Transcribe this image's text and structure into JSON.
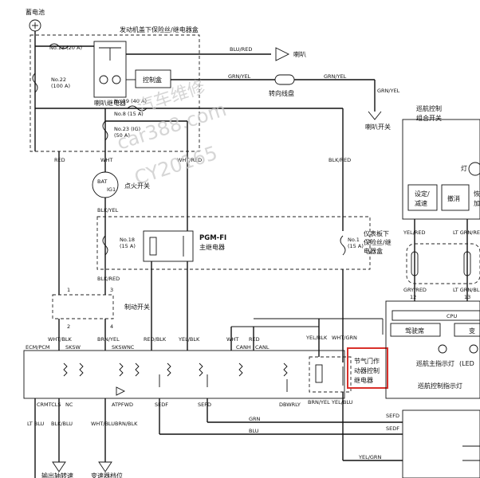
{
  "labels": {
    "battery": "蓄电池",
    "fusebox_title": "发动机盖下保险丝/继电器盒",
    "fuse_no13": "No.13 (20 A)",
    "fuse_no22a": "No.22",
    "fuse_no22b": "(100 A)",
    "fuse_no19": "No.19 (40 A)",
    "fuse_no8": "No.8 (15 A)",
    "fuse_no23a": "No.23 (IG)",
    "fuse_no23b": "(50 A)",
    "control_box": "控制盒",
    "horn_relay": "喇叭继电器",
    "horn": "喇叭",
    "turn_coil": "转向线盘",
    "horn_switch": "喇叭开关",
    "cruise_switch_a": "巡航控制",
    "cruise_switch_b": "组合开关",
    "lamp": "灯",
    "set_decel_a": "设定/",
    "set_decel_b": "减速",
    "cancel": "撤消",
    "resume_a": "恢",
    "resume_b": "加",
    "ignition_switch": "点火开关",
    "bat": "BAT",
    "ig1": "IG1",
    "fuse_no18a": "No.18",
    "fuse_no18b": "(15 A)",
    "pgm_fi_a": "PGM-FI",
    "pgm_fi_b": "主继电器",
    "dash_fuse_a": "仪表板下",
    "dash_fuse_b": "保险丝/继",
    "dash_fuse_c": "电器盒",
    "fuse_no1a": "No.1",
    "fuse_no1b": "(15 A)",
    "brake_switch": "制动开关",
    "throttle_relay_a": "节气门作",
    "throttle_relay_b": "动器控制",
    "throttle_relay_c": "继电器",
    "cpu": "CPU",
    "driver_side": "驾驶席",
    "passenger_side": "变",
    "cruise_main_lamp": "巡航主指示灯",
    "cruise_ctrl_lamp": "巡航控制指示灯",
    "led": "(LED",
    "ecm": "ECM/PCM",
    "bottom_a": "输出轴转速",
    "bottom_b": "变速器档位"
  },
  "wires": {
    "blu_red": "BLU/RED",
    "grn_yel": "GRN/YEL",
    "grn_yel2": "GRN/YEL",
    "grn_yel3": "GRN/YEL",
    "red": "RED",
    "wht": "WHT",
    "wht_red": "WHT/RED",
    "blk_red": "BLK/RED",
    "blk_yel": "BLK/YEL",
    "blk_red2": "BLK/RED",
    "yel_red": "YEL/RED",
    "lt_grn_red": "LT GRN/RED",
    "grn_red": "GRY/RED",
    "lt_grn_blk": "LT GRN/BLK",
    "wht_blk": "WHT/BLK",
    "brn_yel": "BRN/YEL",
    "red_blk": "RED/BLK",
    "yel_blk": "YEL/BLK",
    "wht2": "WHT",
    "red2": "RED",
    "yel_blk2": "YEL/BLK",
    "wht_grn": "WHT/GRN",
    "sksw": "SKSW",
    "skswnc": "SKSWNC",
    "canh": "CANH",
    "canl": "CANL",
    "sedf": "SEDF",
    "sefd": "SEFD",
    "dbwrly": "DBWRLY",
    "brn_yel2": "BRN/YEL",
    "yel_blu": "YEL/BLU",
    "crmtcls": "CRMTCLS",
    "nc": "NC",
    "atpfwd": "ATPFWD",
    "lt_blu": "LT BLU",
    "blk_blu": "BLK/BLU",
    "wht_blu": "WHT/BLU",
    "brn_blk": "BRN/BLK",
    "grn": "GRN",
    "blu": "BLU",
    "sefd2": "SEFD",
    "sedf2": "SEDF",
    "yel_grn": "YEL/GRN",
    "pin1": "1",
    "pin3": "3",
    "pin2": "2",
    "pin4": "4",
    "pin12": "12",
    "pin13": "13"
  },
  "watermark": {
    "line1": "汽车维修",
    "line2": "car388.com",
    "line3": "CY20165"
  },
  "colors": {
    "line": "#111111",
    "highlight_box": "#d9302a",
    "background": "#ffffff"
  }
}
